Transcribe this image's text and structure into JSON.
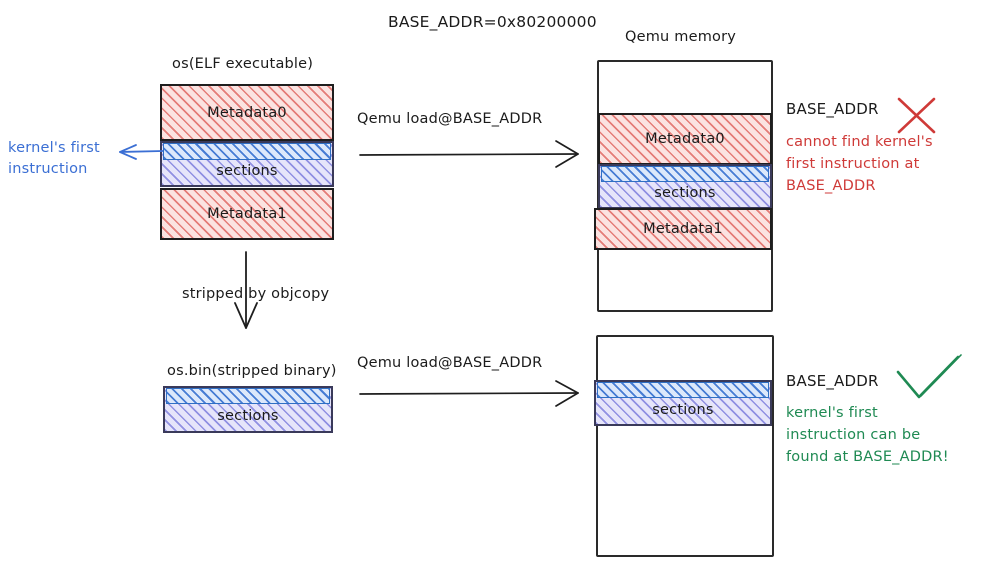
{
  "diagram": {
    "title": "BASE_ADDR=0x80200000",
    "colors": {
      "ink": "#1b1b1b",
      "red": "#cf3a38",
      "blue": "#3b6fd4",
      "green": "#1f8a53",
      "hatch_red": "#dd5a55",
      "hatch_blue": "#6c6cd8",
      "hatch_blue_strong": "#2d69cd"
    },
    "top_row": {
      "source_label": "os(ELF executable)",
      "source_blocks": [
        {
          "label": "Metadata0",
          "fill": "red"
        },
        {
          "label": "",
          "fill": "blue-strong"
        },
        {
          "label": "sections",
          "fill": "blue"
        },
        {
          "label": "Metadata1",
          "fill": "red"
        }
      ],
      "callout": "kernel's first\ninstruction",
      "callout_line1": "kernel's first",
      "callout_line2": "instruction",
      "arrow_label": "Qemu load@BASE_ADDR",
      "memory_label": "Qemu memory",
      "memory_blocks": [
        {
          "label": "Metadata0",
          "fill": "red"
        },
        {
          "label": "",
          "fill": "blue-strong"
        },
        {
          "label": "sections",
          "fill": "blue"
        },
        {
          "label": "Metadata1",
          "fill": "red"
        }
      ],
      "addr_marker": "BASE_ADDR",
      "verdict_icon": "cross-icon",
      "verdict_lines": [
        "cannot find kernel's",
        "first instruction at",
        "BASE_ADDR"
      ]
    },
    "transform": {
      "label": "stripped by objcopy",
      "arrow_icon": "down-arrow-icon"
    },
    "bottom_row": {
      "source_label": "os.bin(stripped binary)",
      "source_blocks": [
        {
          "label": "",
          "fill": "blue-strong"
        },
        {
          "label": "sections",
          "fill": "blue"
        }
      ],
      "arrow_label": "Qemu load@BASE_ADDR",
      "memory_blocks": [
        {
          "label": "",
          "fill": "blue-strong"
        },
        {
          "label": "sections",
          "fill": "blue"
        }
      ],
      "addr_marker": "BASE_ADDR",
      "verdict_icon": "check-icon",
      "verdict_lines": [
        "kernel's first",
        "instruction can be",
        "found at BASE_ADDR!"
      ]
    }
  }
}
